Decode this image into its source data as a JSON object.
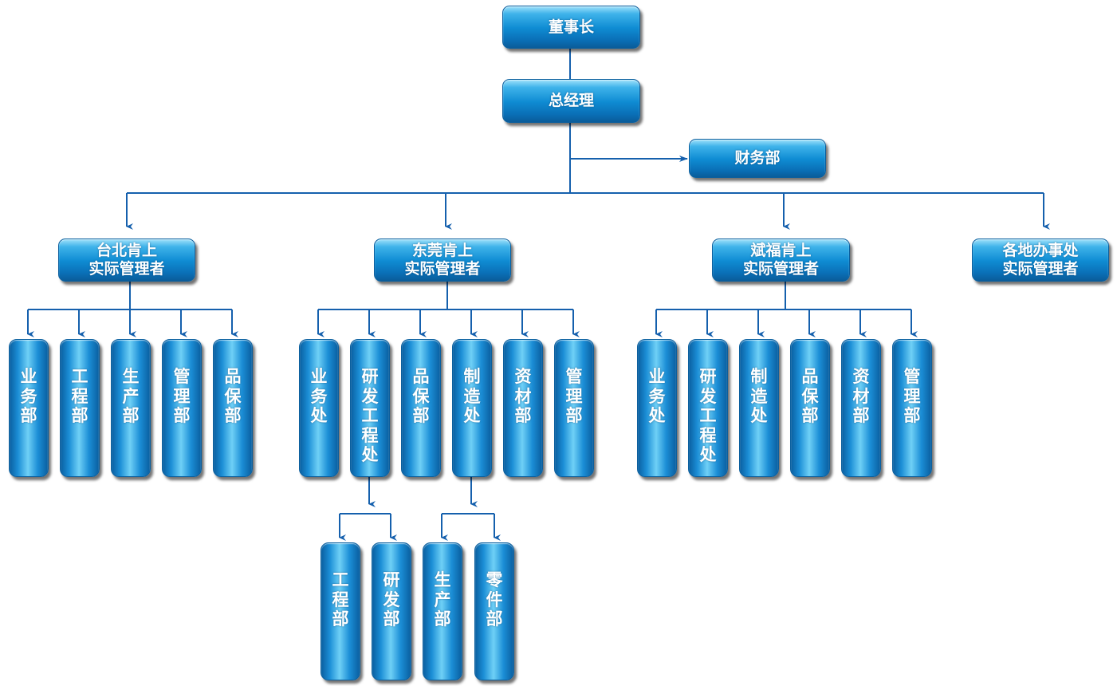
{
  "chart": {
    "chairman": "董事长",
    "general_manager": "总经理",
    "finance": "财务部",
    "branches": [
      {
        "label": "台北肯上\n实际管理者",
        "departments": [
          "业务部",
          "工程部",
          "生产部",
          "管理部",
          "品保部"
        ]
      },
      {
        "label": "东莞肯上\n实际管理者",
        "departments": [
          "业务处",
          "研发工程处",
          "品保部",
          "制造处",
          "资材部",
          "管理部"
        ],
        "sub_departments": {
          "rd": [
            "工程部",
            "研发部"
          ],
          "manufacturing": [
            "生产部",
            "零件部"
          ]
        }
      },
      {
        "label": "斌福肯上\n实际管理者",
        "departments": [
          "业务处",
          "研发工程处",
          "制造处",
          "品保部",
          "资材部",
          "管理部"
        ]
      },
      {
        "label": "各地办事处\n实际管理者",
        "departments": []
      }
    ],
    "colors": {
      "line": "#1560ad",
      "node_dark": "#0a5c99",
      "node_light": "#6fd0f6",
      "text": "#ffffff"
    }
  }
}
